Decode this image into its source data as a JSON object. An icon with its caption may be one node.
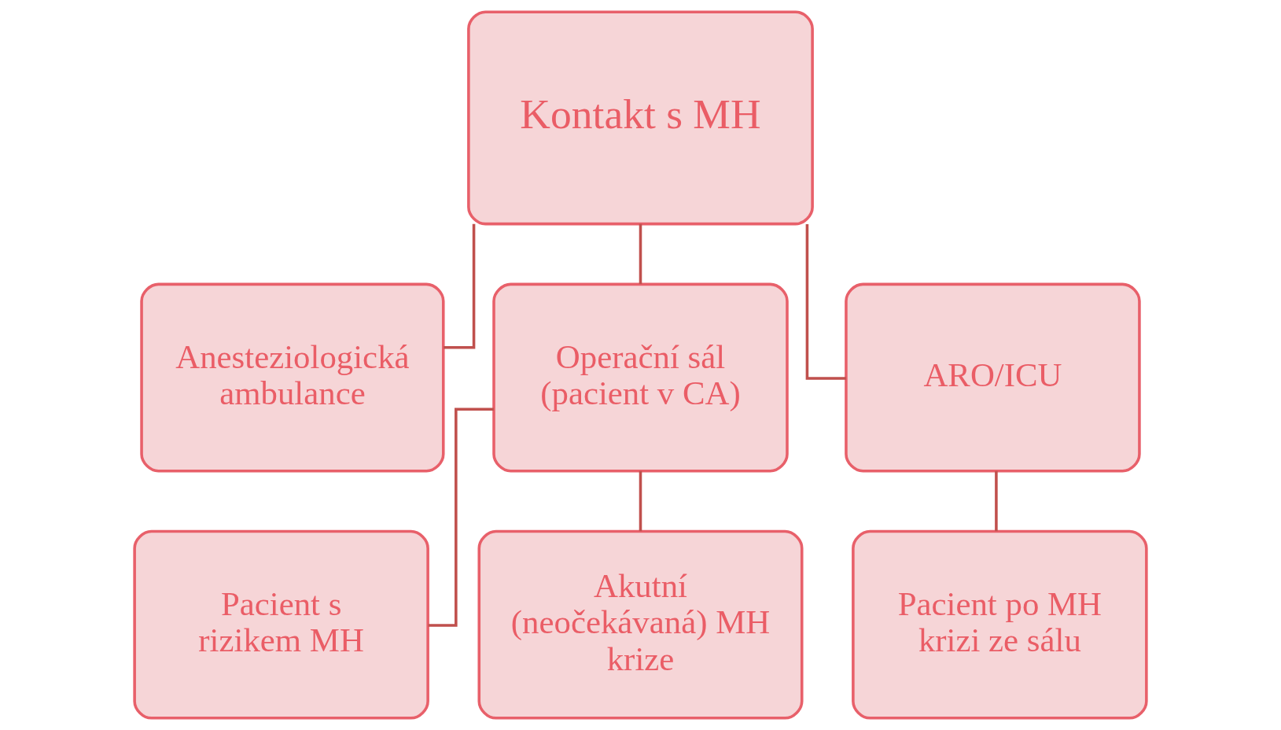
{
  "diagram": {
    "nodes": [
      {
        "text": [
          "Kontakt s MH"
        ]
      },
      {
        "text": [
          "Anesteziologická ambulance"
        ]
      },
      {
        "text": [
          "Operační sál (pacient v CA)"
        ]
      },
      {
        "text": [
          "ARO/ICU"
        ]
      },
      {
        "text": [
          "Pacient s rizikem MH"
        ]
      },
      {
        "text": [
          "Akutní (neočekávaná) MH krize"
        ]
      },
      {
        "text": [
          "Pacient po MH krizi ze sálu"
        ]
      }
    ],
    "edges": [
      {
        "from": 0,
        "to": 1,
        "arrow": "none"
      },
      {
        "from": 0,
        "to": 2,
        "arrow": "none"
      },
      {
        "from": 0,
        "to": 3,
        "arrow": "none"
      },
      {
        "from": 2,
        "to": 4,
        "arrow": "none"
      },
      {
        "from": 2,
        "to": 5,
        "arrow": "none"
      },
      {
        "from": 3,
        "to": 6,
        "arrow": "none"
      }
    ]
  }
}
